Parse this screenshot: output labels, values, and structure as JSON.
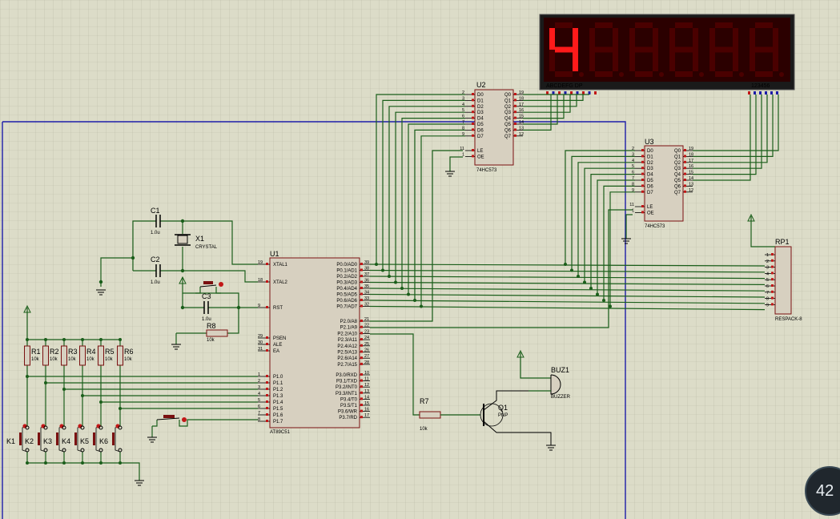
{
  "display": {
    "digit_text": "4",
    "segment_header": "ABCDEFG  DP",
    "digit_header": "123456"
  },
  "u1": {
    "ref": "U1",
    "part": "AT89C51",
    "left_pins": [
      {
        "num": "19",
        "name": "XTAL1"
      },
      {
        "num": "18",
        "name": "XTAL2"
      },
      {
        "num": "9",
        "name": "RST"
      },
      {
        "num": "29",
        "name": "PSEN"
      },
      {
        "num": "30",
        "name": "ALE"
      },
      {
        "num": "31",
        "name": "EA"
      },
      {
        "num": "1",
        "name": "P1.0"
      },
      {
        "num": "2",
        "name": "P1.1"
      },
      {
        "num": "3",
        "name": "P1.2"
      },
      {
        "num": "4",
        "name": "P1.3"
      },
      {
        "num": "5",
        "name": "P1.4"
      },
      {
        "num": "6",
        "name": "P1.5"
      },
      {
        "num": "7",
        "name": "P1.6"
      },
      {
        "num": "8",
        "name": "P1.7"
      }
    ],
    "right_pins": [
      {
        "num": "39",
        "name": "P0.0/AD0"
      },
      {
        "num": "38",
        "name": "P0.1/AD1"
      },
      {
        "num": "37",
        "name": "P0.2/AD2"
      },
      {
        "num": "36",
        "name": "P0.3/AD3"
      },
      {
        "num": "35",
        "name": "P0.4/AD4"
      },
      {
        "num": "34",
        "name": "P0.5/AD5"
      },
      {
        "num": "33",
        "name": "P0.6/AD6"
      },
      {
        "num": "32",
        "name": "P0.7/AD7"
      },
      {
        "num": "21",
        "name": "P2.0/A8"
      },
      {
        "num": "22",
        "name": "P2.1/A9"
      },
      {
        "num": "23",
        "name": "P2.2/A10"
      },
      {
        "num": "24",
        "name": "P2.3/A11"
      },
      {
        "num": "25",
        "name": "P2.4/A12"
      },
      {
        "num": "26",
        "name": "P2.5/A13"
      },
      {
        "num": "27",
        "name": "P2.6/A14"
      },
      {
        "num": "28",
        "name": "P2.7/A15"
      },
      {
        "num": "10",
        "name": "P3.0/RXD"
      },
      {
        "num": "11",
        "name": "P3.1/TXD"
      },
      {
        "num": "12",
        "name": "P3.2/INT0"
      },
      {
        "num": "13",
        "name": "P3.3/INT1"
      },
      {
        "num": "14",
        "name": "P3.4/T0"
      },
      {
        "num": "15",
        "name": "P3.5/T1"
      },
      {
        "num": "16",
        "name": "P3.6/WR"
      },
      {
        "num": "17",
        "name": "P3.7/RD"
      }
    ]
  },
  "u2": {
    "ref": "U2",
    "part": "74HC573",
    "in_pins": [
      {
        "num": "2",
        "name": "D0"
      },
      {
        "num": "3",
        "name": "D1"
      },
      {
        "num": "4",
        "name": "D2"
      },
      {
        "num": "5",
        "name": "D3"
      },
      {
        "num": "6",
        "name": "D4"
      },
      {
        "num": "7",
        "name": "D5"
      },
      {
        "num": "8",
        "name": "D6"
      },
      {
        "num": "9",
        "name": "D7"
      }
    ],
    "out_pins": [
      {
        "num": "19",
        "name": "Q0"
      },
      {
        "num": "18",
        "name": "Q1"
      },
      {
        "num": "17",
        "name": "Q2"
      },
      {
        "num": "16",
        "name": "Q3"
      },
      {
        "num": "15",
        "name": "Q4"
      },
      {
        "num": "14",
        "name": "Q5"
      },
      {
        "num": "13",
        "name": "Q6"
      },
      {
        "num": "12",
        "name": "Q7"
      }
    ],
    "ctrl_pins": [
      {
        "num": "11",
        "name": "LE"
      },
      {
        "num": "1",
        "name": "OE"
      }
    ]
  },
  "u3": {
    "ref": "U3",
    "part": "74HC573",
    "in_pins": [
      {
        "num": "2",
        "name": "D0"
      },
      {
        "num": "3",
        "name": "D1"
      },
      {
        "num": "4",
        "name": "D2"
      },
      {
        "num": "5",
        "name": "D3"
      },
      {
        "num": "6",
        "name": "D4"
      },
      {
        "num": "7",
        "name": "D5"
      },
      {
        "num": "8",
        "name": "D6"
      },
      {
        "num": "9",
        "name": "D7"
      }
    ],
    "out_pins": [
      {
        "num": "19",
        "name": "Q0"
      },
      {
        "num": "18",
        "name": "Q1"
      },
      {
        "num": "17",
        "name": "Q2"
      },
      {
        "num": "16",
        "name": "Q3"
      },
      {
        "num": "15",
        "name": "Q4"
      },
      {
        "num": "14",
        "name": "Q5"
      },
      {
        "num": "13",
        "name": "Q6"
      },
      {
        "num": "12",
        "name": "Q7"
      }
    ],
    "ctrl_pins": [
      {
        "num": "11",
        "name": "LE"
      },
      {
        "num": "1",
        "name": "OE"
      }
    ]
  },
  "rp1": {
    "ref": "RP1",
    "part": "RESPACK-8",
    "pins": [
      "1",
      "2",
      "3",
      "4",
      "5",
      "6",
      "7",
      "8",
      "9"
    ]
  },
  "c1": {
    "ref": "C1",
    "value": "1.0u"
  },
  "c2": {
    "ref": "C2",
    "value": "1.0u"
  },
  "c3": {
    "ref": "C3",
    "value": "1.0u"
  },
  "x1": {
    "ref": "X1",
    "value": "CRYSTAL"
  },
  "r8": {
    "ref": "R8",
    "value": "10k"
  },
  "r7": {
    "ref": "R7",
    "value": "10k"
  },
  "q1": {
    "ref": "Q1",
    "value": "PNP"
  },
  "buz1": {
    "ref": "BUZ1",
    "value": "BUZZER"
  },
  "resistors": [
    {
      "ref": "R1",
      "value": "10k"
    },
    {
      "ref": "R2",
      "value": "10k"
    },
    {
      "ref": "R3",
      "value": "10k"
    },
    {
      "ref": "R4",
      "value": "10k"
    },
    {
      "ref": "R5",
      "value": "10k"
    },
    {
      "ref": "R6",
      "value": "10k"
    }
  ],
  "keys": [
    "K1",
    "K2",
    "K3",
    "K4",
    "K5",
    "K6"
  ],
  "zoom": {
    "label": "42"
  }
}
